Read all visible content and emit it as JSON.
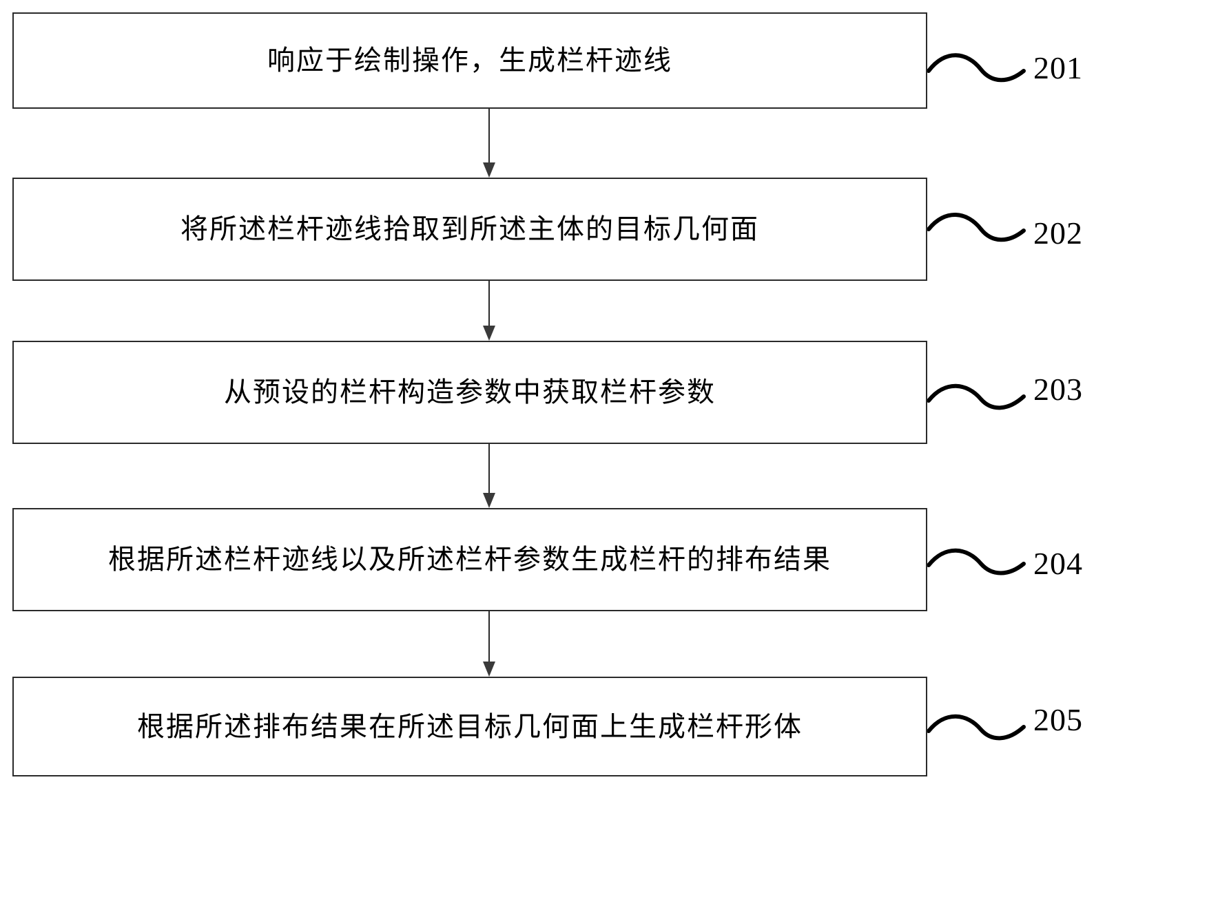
{
  "diagram": {
    "type": "flowchart",
    "orientation": "vertical",
    "background_color": "#ffffff",
    "line_color": "#2a2a2a",
    "text_color": "#000000",
    "steps": [
      {
        "ref": "201",
        "text": "响应于绘制操作，生成栏杆迹线"
      },
      {
        "ref": "202",
        "text": "将所述栏杆迹线拾取到所述主体的目标几何面"
      },
      {
        "ref": "203",
        "text": "从预设的栏杆构造参数中获取栏杆参数"
      },
      {
        "ref": "204",
        "text": "根据所述栏杆迹线以及所述栏杆参数生成栏杆的排布结果"
      },
      {
        "ref": "205",
        "text": "根据所述排布结果在所述目标几何面上生成栏杆形体"
      }
    ]
  }
}
